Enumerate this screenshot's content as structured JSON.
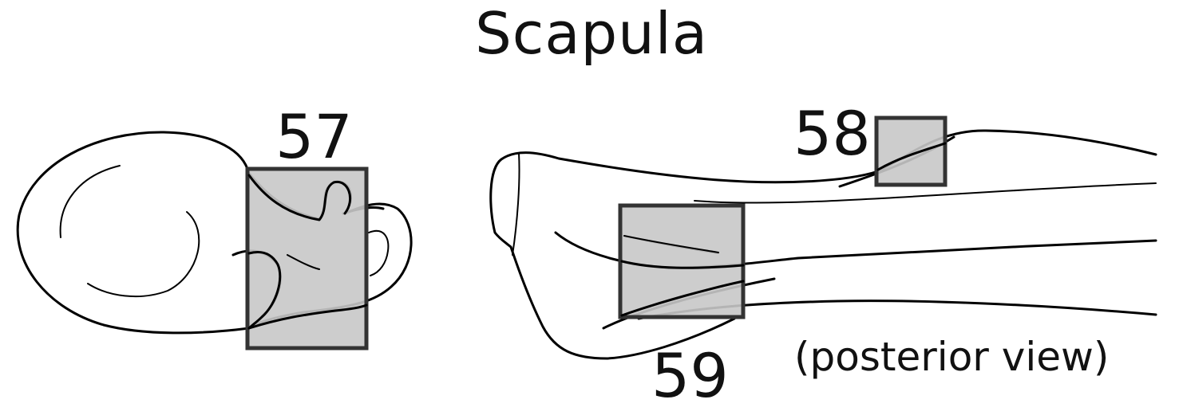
{
  "title": "Scapula",
  "regions": [
    {
      "id": "57",
      "label": "57"
    },
    {
      "id": "58",
      "label": "58"
    },
    {
      "id": "59",
      "label": "59"
    }
  ],
  "view_note": "(posterior view)",
  "colors": {
    "region_fill": "#c8c8c8",
    "outline": "#000000"
  }
}
